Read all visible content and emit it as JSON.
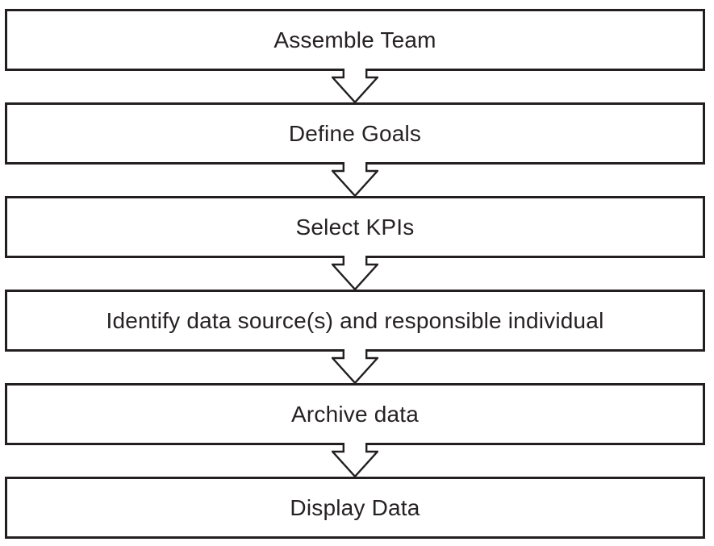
{
  "diagram": {
    "type": "flowchart",
    "direction": "top-to-bottom",
    "steps": [
      {
        "label": "Assemble Team"
      },
      {
        "label": "Define Goals"
      },
      {
        "label": "Select KPIs"
      },
      {
        "label": "Identify data source(s) and responsible individual"
      },
      {
        "label": "Archive data"
      },
      {
        "label": "Display Data"
      }
    ],
    "connector_icon": "hollow-down-arrow",
    "colors": {
      "background": "#ffffff",
      "box_fill": "#ffffff",
      "box_border": "#231f20",
      "text": "#262223"
    }
  }
}
